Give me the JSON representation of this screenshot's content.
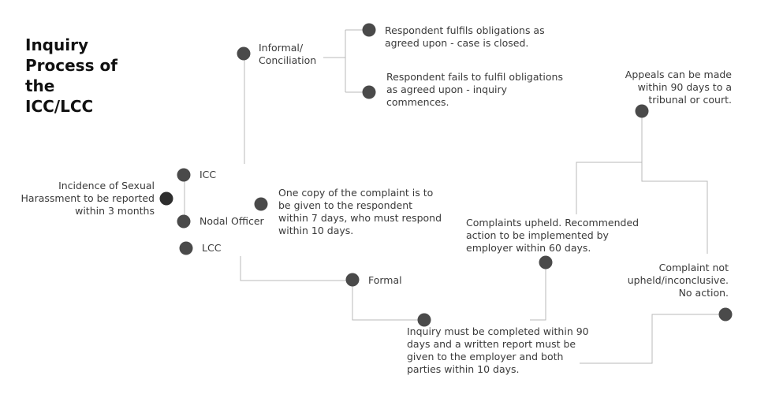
{
  "title_lines": [
    "Inquiry",
    "Process of",
    "the",
    "ICC/LCC"
  ],
  "nodes": {
    "incidence": [
      "Incidence of Sexual",
      "Harassment to be reported",
      "within 3 months"
    ],
    "icc": "ICC",
    "nodal": "Nodal Officer",
    "lcc": "LCC",
    "copy": [
      "One copy of the complaint is to",
      "be given to the respondent",
      "within 7 days, who must respond",
      "within 10 days."
    ],
    "informal": [
      "Informal/",
      "Conciliation"
    ],
    "fulfils": [
      "Respondent fulfils obligations as",
      "agreed upon - case is closed."
    ],
    "fails": [
      "Respondent fails to fulfil obligations",
      "as agreed upon - inquiry",
      "commences."
    ],
    "formal": "Formal",
    "inquiry": [
      "Inquiry must be completed within 90",
      "days and a written report must be",
      "given to the employer and both",
      "parties within 10 days."
    ],
    "upheld": [
      "Complaints upheld. Recommended",
      "action to be implemented by",
      "employer within 60 days."
    ],
    "not_upheld": [
      "Complaint not",
      "upheld/inconclusive.",
      "No action."
    ],
    "appeals": [
      "Appeals can be made",
      "within 90 days to a",
      "tribunal or court."
    ]
  },
  "colors": {
    "dot": "#4a4a4a",
    "dot_dark": "#2e2e2e",
    "line": "#b8b8b8",
    "text": "#3a3a3a"
  }
}
